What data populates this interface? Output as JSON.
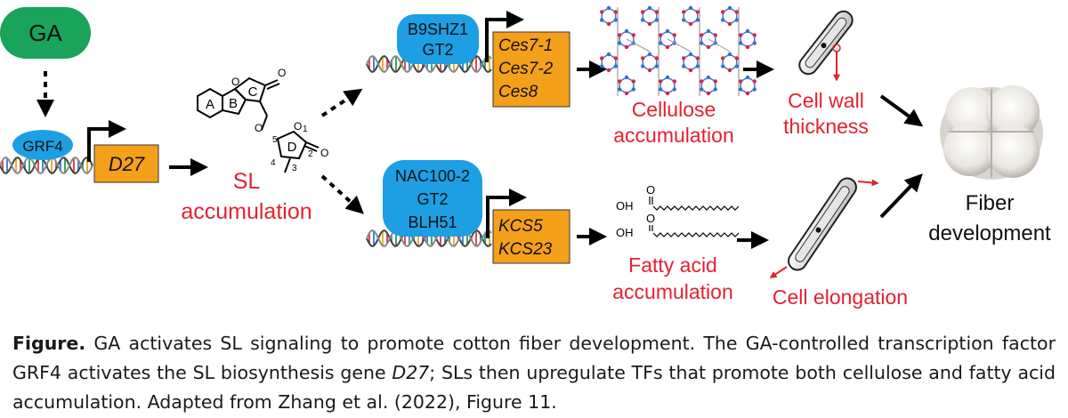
{
  "diagram": {
    "ga_label": "GA",
    "grf4_label": "GRF4",
    "d27_label": "D27",
    "ring_a": "A",
    "ring_b": "B",
    "ring_c": "C",
    "ring_d": "D",
    "atom_o": "O",
    "pos_1": "1",
    "pos_2": "2",
    "pos_3": "3",
    "pos_4": "4",
    "pos_5": "5",
    "sl_line1": "SL",
    "sl_line2": "accumulation",
    "top_tf": [
      "B9SHZ1",
      "GT2"
    ],
    "top_genes": [
      "Ces7-1",
      "Ces7-2",
      "Ces8"
    ],
    "bottom_tf": [
      "NAC100-2",
      "GT2",
      "BLH51"
    ],
    "bottom_genes": [
      "KCS5",
      "KCS23"
    ],
    "cellulose_line1": "Cellulose",
    "cellulose_line2": "accumulation",
    "fatty_line1": "Fatty acid",
    "fatty_line2": "accumulation",
    "cellwall_line1": "Cell wall",
    "cellwall_line2": "thickness",
    "elongation": "Cell elongation",
    "fiber_line1": "Fiber",
    "fiber_line2": "development",
    "fa_oh": "OH",
    "fa_o": "O"
  },
  "caption": {
    "label": "Figure.",
    "text1": " GA activates SL signaling to promote cotton fiber development. The GA-controlled transcription factor GRF4 activates the SL biosynthesis gene ",
    "gene": "D27",
    "text2": "; SLs then upregulate TFs that promote both cellulose and fatty acid accumulation. Adapted from Zhang et al. (2022), Figure 11."
  },
  "colors": {
    "ga_green": "#1aa35a",
    "tf_blue": "#1e9fe3",
    "gene_orange": "#f5a01b",
    "label_red": "#e2222f",
    "hex_blue": "#3a6fc9",
    "hex_red": "#d6264a"
  }
}
